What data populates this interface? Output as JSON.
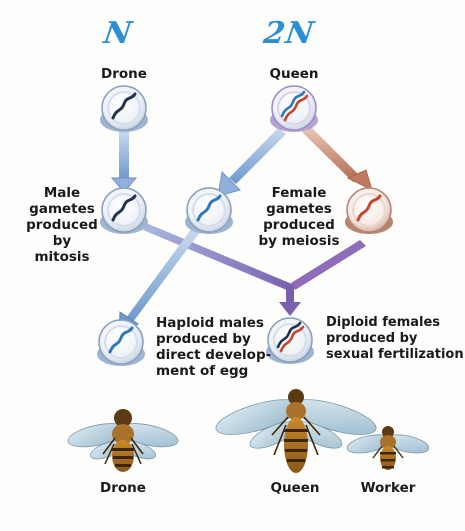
{
  "ploidy": {
    "haploid": "N",
    "diploid": "2N"
  },
  "top": {
    "drone": "Drone",
    "queen": "Queen"
  },
  "middle": {
    "male_gametes": [
      "Male",
      "gametes",
      "produced",
      "by",
      "mitosis"
    ],
    "female_gametes": [
      "Female",
      "gametes",
      "produced",
      "by meiosis"
    ]
  },
  "bottom": {
    "haploid_males": [
      "Haploid males",
      "produced by",
      "direct develop-",
      "ment of egg"
    ],
    "diploid_females": [
      "Diploid females",
      "produced by",
      "sexual fertilization"
    ]
  },
  "bees": {
    "drone": "Drone",
    "queen": "Queen",
    "worker": "Worker"
  },
  "colors": {
    "haploid_arrow": "#7fa6d4",
    "female_arrow": "#c9896b",
    "fertilization_line": "#7f67b6",
    "handwriting": "#2b8fd6"
  }
}
